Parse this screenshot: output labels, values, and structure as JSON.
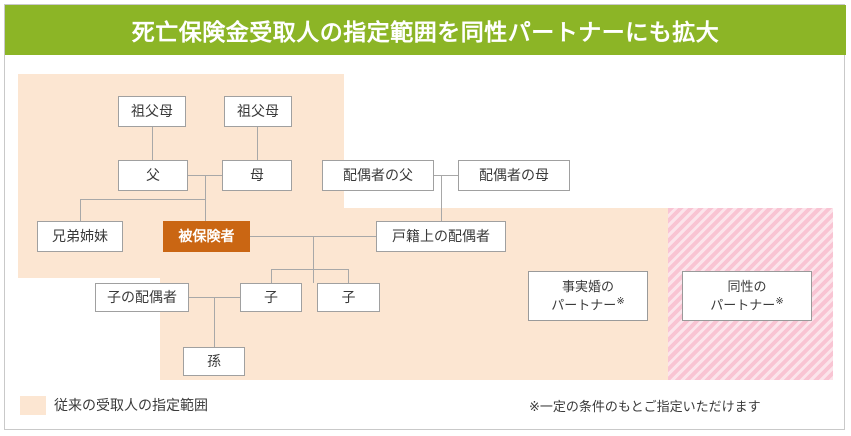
{
  "header": {
    "title": "死亡保険金受取人の指定範囲を同性パートナーにも拡大",
    "background_color": "#8cb526"
  },
  "diagram": {
    "region_colors": {
      "conventional_range": "#fce6d2",
      "new_range_stripe": "#f9c4d3",
      "insured_highlight": "#ca6613",
      "box_border": "#a0a0a0",
      "connector_line": "#a8a8a8"
    },
    "nodes": [
      {
        "id": "grandparents-paternal",
        "label": "祖父母"
      },
      {
        "id": "grandparents-maternal",
        "label": "祖父母"
      },
      {
        "id": "father",
        "label": "父"
      },
      {
        "id": "mother",
        "label": "母"
      },
      {
        "id": "spouse-father",
        "label": "配偶者の父"
      },
      {
        "id": "spouse-mother",
        "label": "配偶者の母"
      },
      {
        "id": "siblings",
        "label": "兄弟姉妹"
      },
      {
        "id": "insured",
        "label": "被保険者"
      },
      {
        "id": "legal-spouse",
        "label": "戸籍上の配偶者"
      },
      {
        "id": "child-spouse",
        "label": "子の配偶者"
      },
      {
        "id": "child-1",
        "label": "子"
      },
      {
        "id": "child-2",
        "label": "子"
      },
      {
        "id": "grandchild",
        "label": "孫"
      }
    ],
    "partners": {
      "common_law": {
        "line1": "事実婚の",
        "line2": "パートナー",
        "marker": "※"
      },
      "same_sex": {
        "line1": "同性の",
        "line2": "パートナー",
        "marker": "※"
      }
    }
  },
  "footer": {
    "legend_label": "従来の受取人の指定範囲",
    "legend_swatch_color": "#fce6d2",
    "footnote": "※一定の条件のもとご指定いただけます"
  }
}
